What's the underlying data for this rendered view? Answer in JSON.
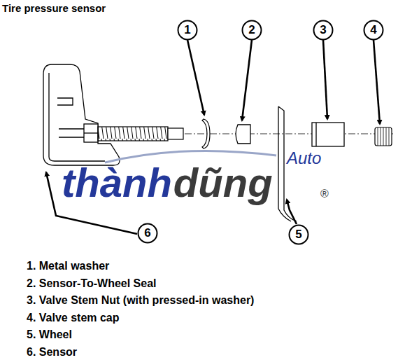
{
  "diagram": {
    "title": "Tire pressure sensor",
    "nodes": [
      {
        "text": [
          "1"
        ]
      },
      {
        "text": [
          "2"
        ]
      },
      {
        "text": [
          "3"
        ]
      },
      {
        "text": [
          "4"
        ]
      },
      {
        "text": [
          "6"
        ]
      },
      {
        "text": [
          "5"
        ]
      }
    ],
    "labels": [
      "1. Metal washer",
      "2. Sensor-To-Wheel Seal",
      "3. Valve Stem Nut (with pressed-in washer)",
      "4. Valve stem cap",
      "5. Wheel",
      "6. Sensor",
      "thành",
      "dũng",
      "Auto",
      "®"
    ]
  }
}
